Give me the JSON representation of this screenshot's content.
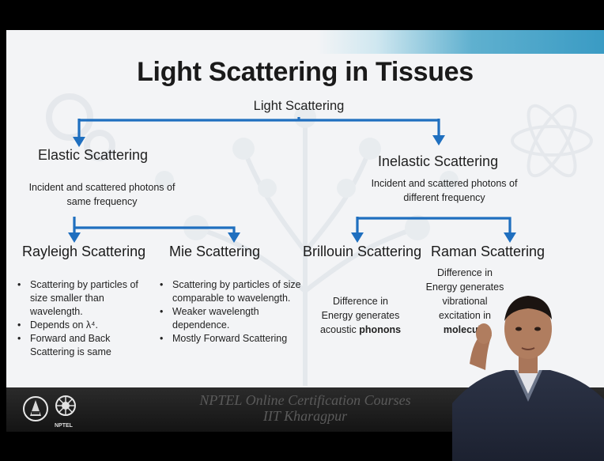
{
  "slide": {
    "title": "Light Scattering in Tissues",
    "root": "Light Scattering",
    "elastic": {
      "label": "Elastic Scattering",
      "desc": "Incident and scattered photons of same frequency"
    },
    "inelastic": {
      "label": "Inelastic Scattering",
      "desc": "Incident and scattered photons of different frequency"
    },
    "rayleigh": {
      "label": "Rayleigh Scattering",
      "bullets": [
        "Scattering by particles of size smaller than wavelength.",
        "Depends on λ⁴.",
        "Forward and Back Scattering is same"
      ]
    },
    "mie": {
      "label": "Mie Scattering",
      "bullets": [
        "Scattering by particles of size comparable to wavelength.",
        "Weaker wavelength dependence.",
        "Mostly Forward Scattering"
      ]
    },
    "brillouin": {
      "label": "Brillouin Scattering",
      "desc_prefix": "Difference in Energy generates acoustic ",
      "desc_bold": "phonons"
    },
    "raman": {
      "label": "Raman Scattering",
      "desc_prefix": "Difference in Energy generates vibrational excitation in ",
      "desc_bold": "molecule"
    }
  },
  "footer": {
    "line1": "NPTEL Online Certification Courses",
    "line2": "IIT Kharagpur",
    "nptel_logo_text": "NPTEL"
  },
  "colors": {
    "arrow": "#1f6fbf",
    "accent_bar": "#3a9bc4"
  },
  "icons": [
    "iit-kharagpur-logo",
    "nptel-logo",
    "gear-icon",
    "atom-icon"
  ]
}
